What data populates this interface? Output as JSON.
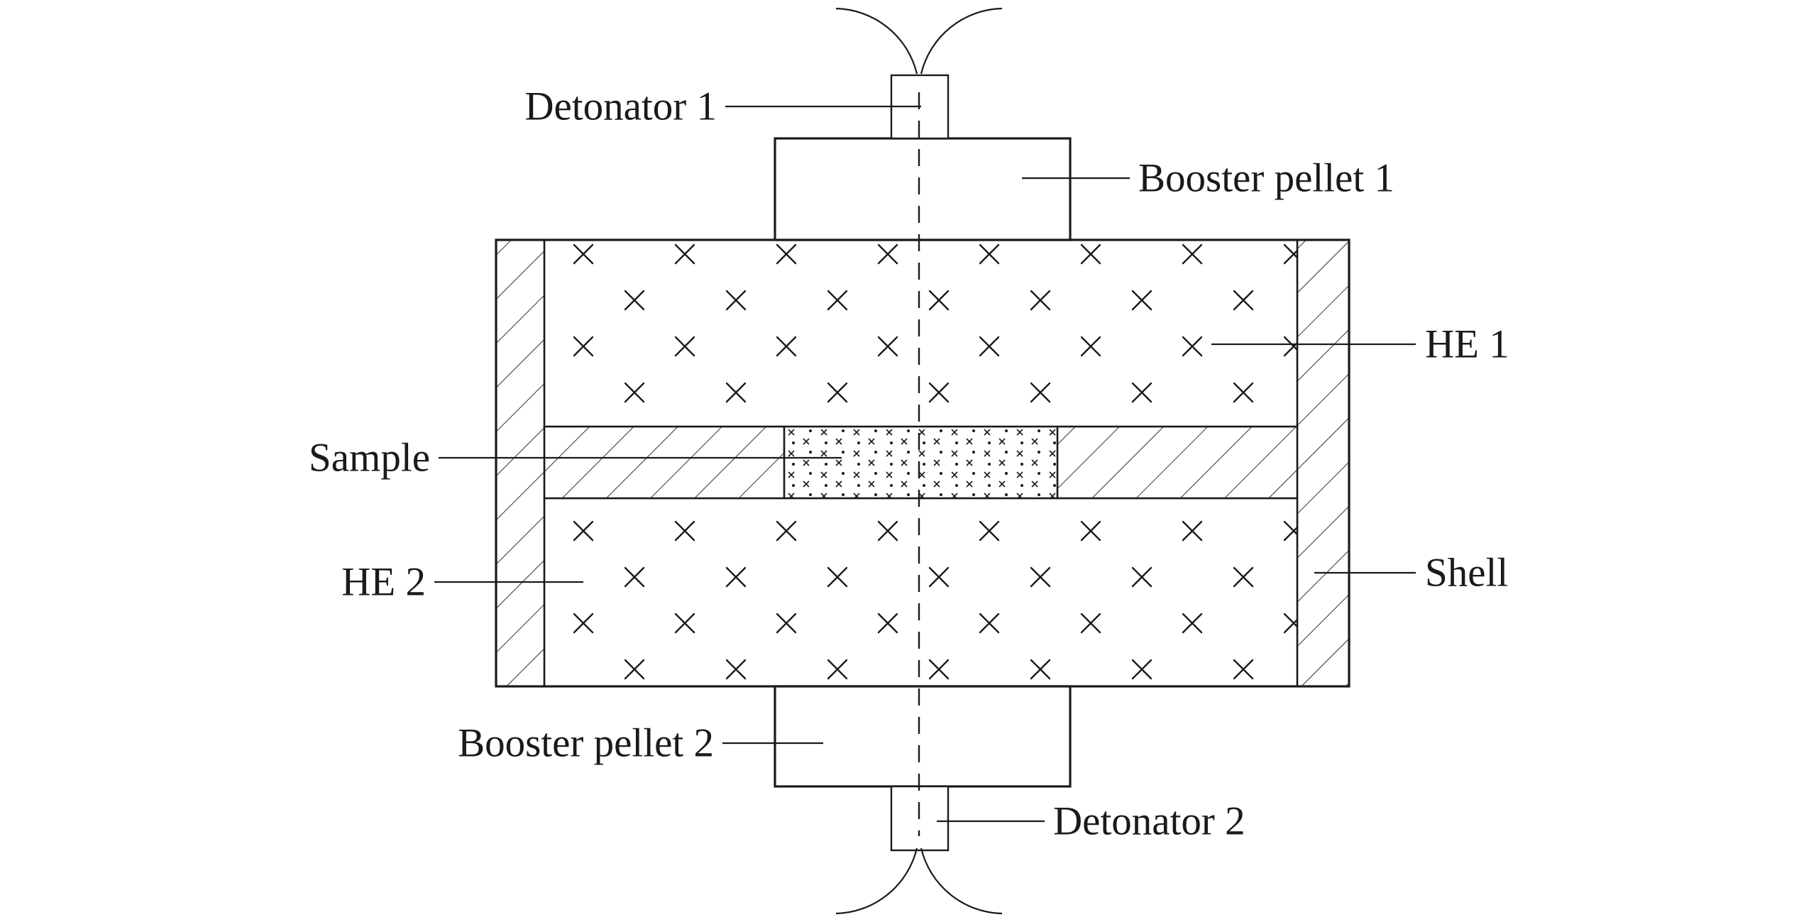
{
  "figure": {
    "labels": {
      "detonator1": "Detonator 1",
      "booster1": "Booster pellet 1",
      "he1": "HE 1",
      "sample": "Sample",
      "he2": "HE 2",
      "shell": "Shell",
      "booster2": "Booster pellet 2",
      "detonator2": "Detonator 2"
    },
    "colors": {
      "line": "#1a1a1a",
      "background": "#ffffff"
    }
  }
}
